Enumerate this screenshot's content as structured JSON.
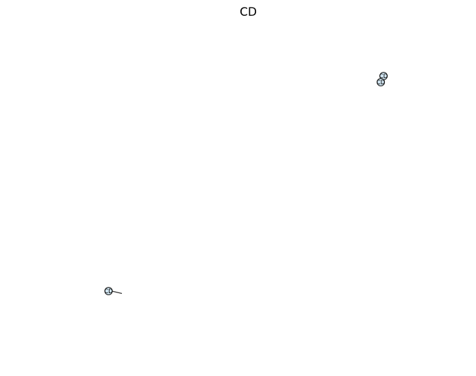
{
  "title": "CD",
  "colors": {
    "background": "#ffffff",
    "node_fill": "#cfe3ef",
    "node_stroke": "#1a1a1a",
    "edge": "#333333"
  },
  "nodes": [
    {
      "id": "n1",
      "label": "CD"
    },
    {
      "id": "n2",
      "label": "CD"
    },
    {
      "id": "n3",
      "label": "CD"
    }
  ],
  "edges": [
    {
      "from": "n3",
      "to": null
    }
  ]
}
